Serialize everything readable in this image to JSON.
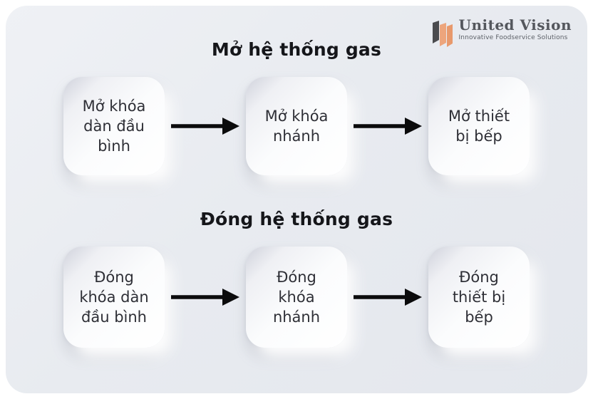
{
  "logo": {
    "name": "United Vision",
    "tagline": "Innovative Foodservice Solutions",
    "icon": "triple-ribbon-icon",
    "colors": {
      "brand_text": "#54575d",
      "stripe_dark": "#4a4b4e",
      "stripe_orange_1": "#eda57c",
      "stripe_orange_2": "#e8996c"
    }
  },
  "diagram": {
    "sections": [
      {
        "title": "Mở hệ thống gas",
        "steps": [
          "Mở khóa\ndàn đầu\nbình",
          "Mở khóa\nnhánh",
          "Mở thiết\nbị bếp"
        ]
      },
      {
        "title": "Đóng hệ thống gas",
        "steps": [
          "Đóng\nkhóa dàn\nđầu bình",
          "Đóng\nkhóa\nnhánh",
          "Đóng\nthiết bị\nbếp"
        ]
      }
    ]
  },
  "colors": {
    "panel_background": "#e8ebf0",
    "page_background": "#ffffff",
    "title_text": "#15161a",
    "step_text": "#2e2f36",
    "arrow": "#0b0b0c"
  }
}
